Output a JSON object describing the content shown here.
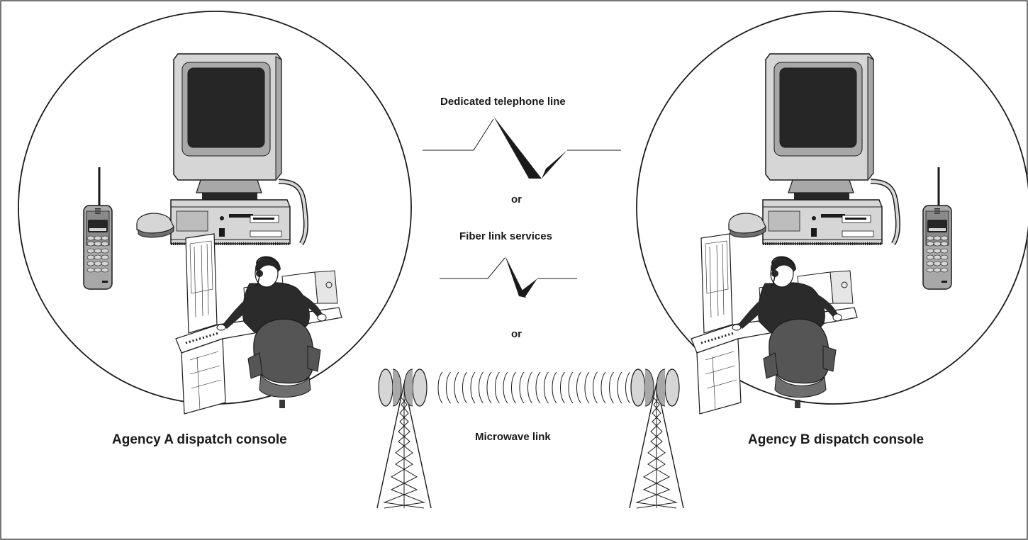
{
  "labels": {
    "dedicated_line": "Dedicated telephone line",
    "or_1": "or",
    "fiber_link": "Fiber link services",
    "or_2": "or",
    "microwave_link": "Microwave link",
    "agency_a": "Agency A dispatch console",
    "agency_b": "Agency B dispatch console"
  },
  "colors": {
    "ink": "#1a1a1a",
    "screen": "#262626",
    "body_light": "#d6d6d6",
    "body_mid": "#a8a8a8",
    "body_dark": "#6e6e6e",
    "suit": "#2b2b2b",
    "chair": "#555555"
  },
  "icons": [
    "computer-icon",
    "mouse-icon",
    "handheld-radio-icon",
    "dispatcher-icon",
    "microwave-tower-icon",
    "link-zigzag-icon"
  ]
}
